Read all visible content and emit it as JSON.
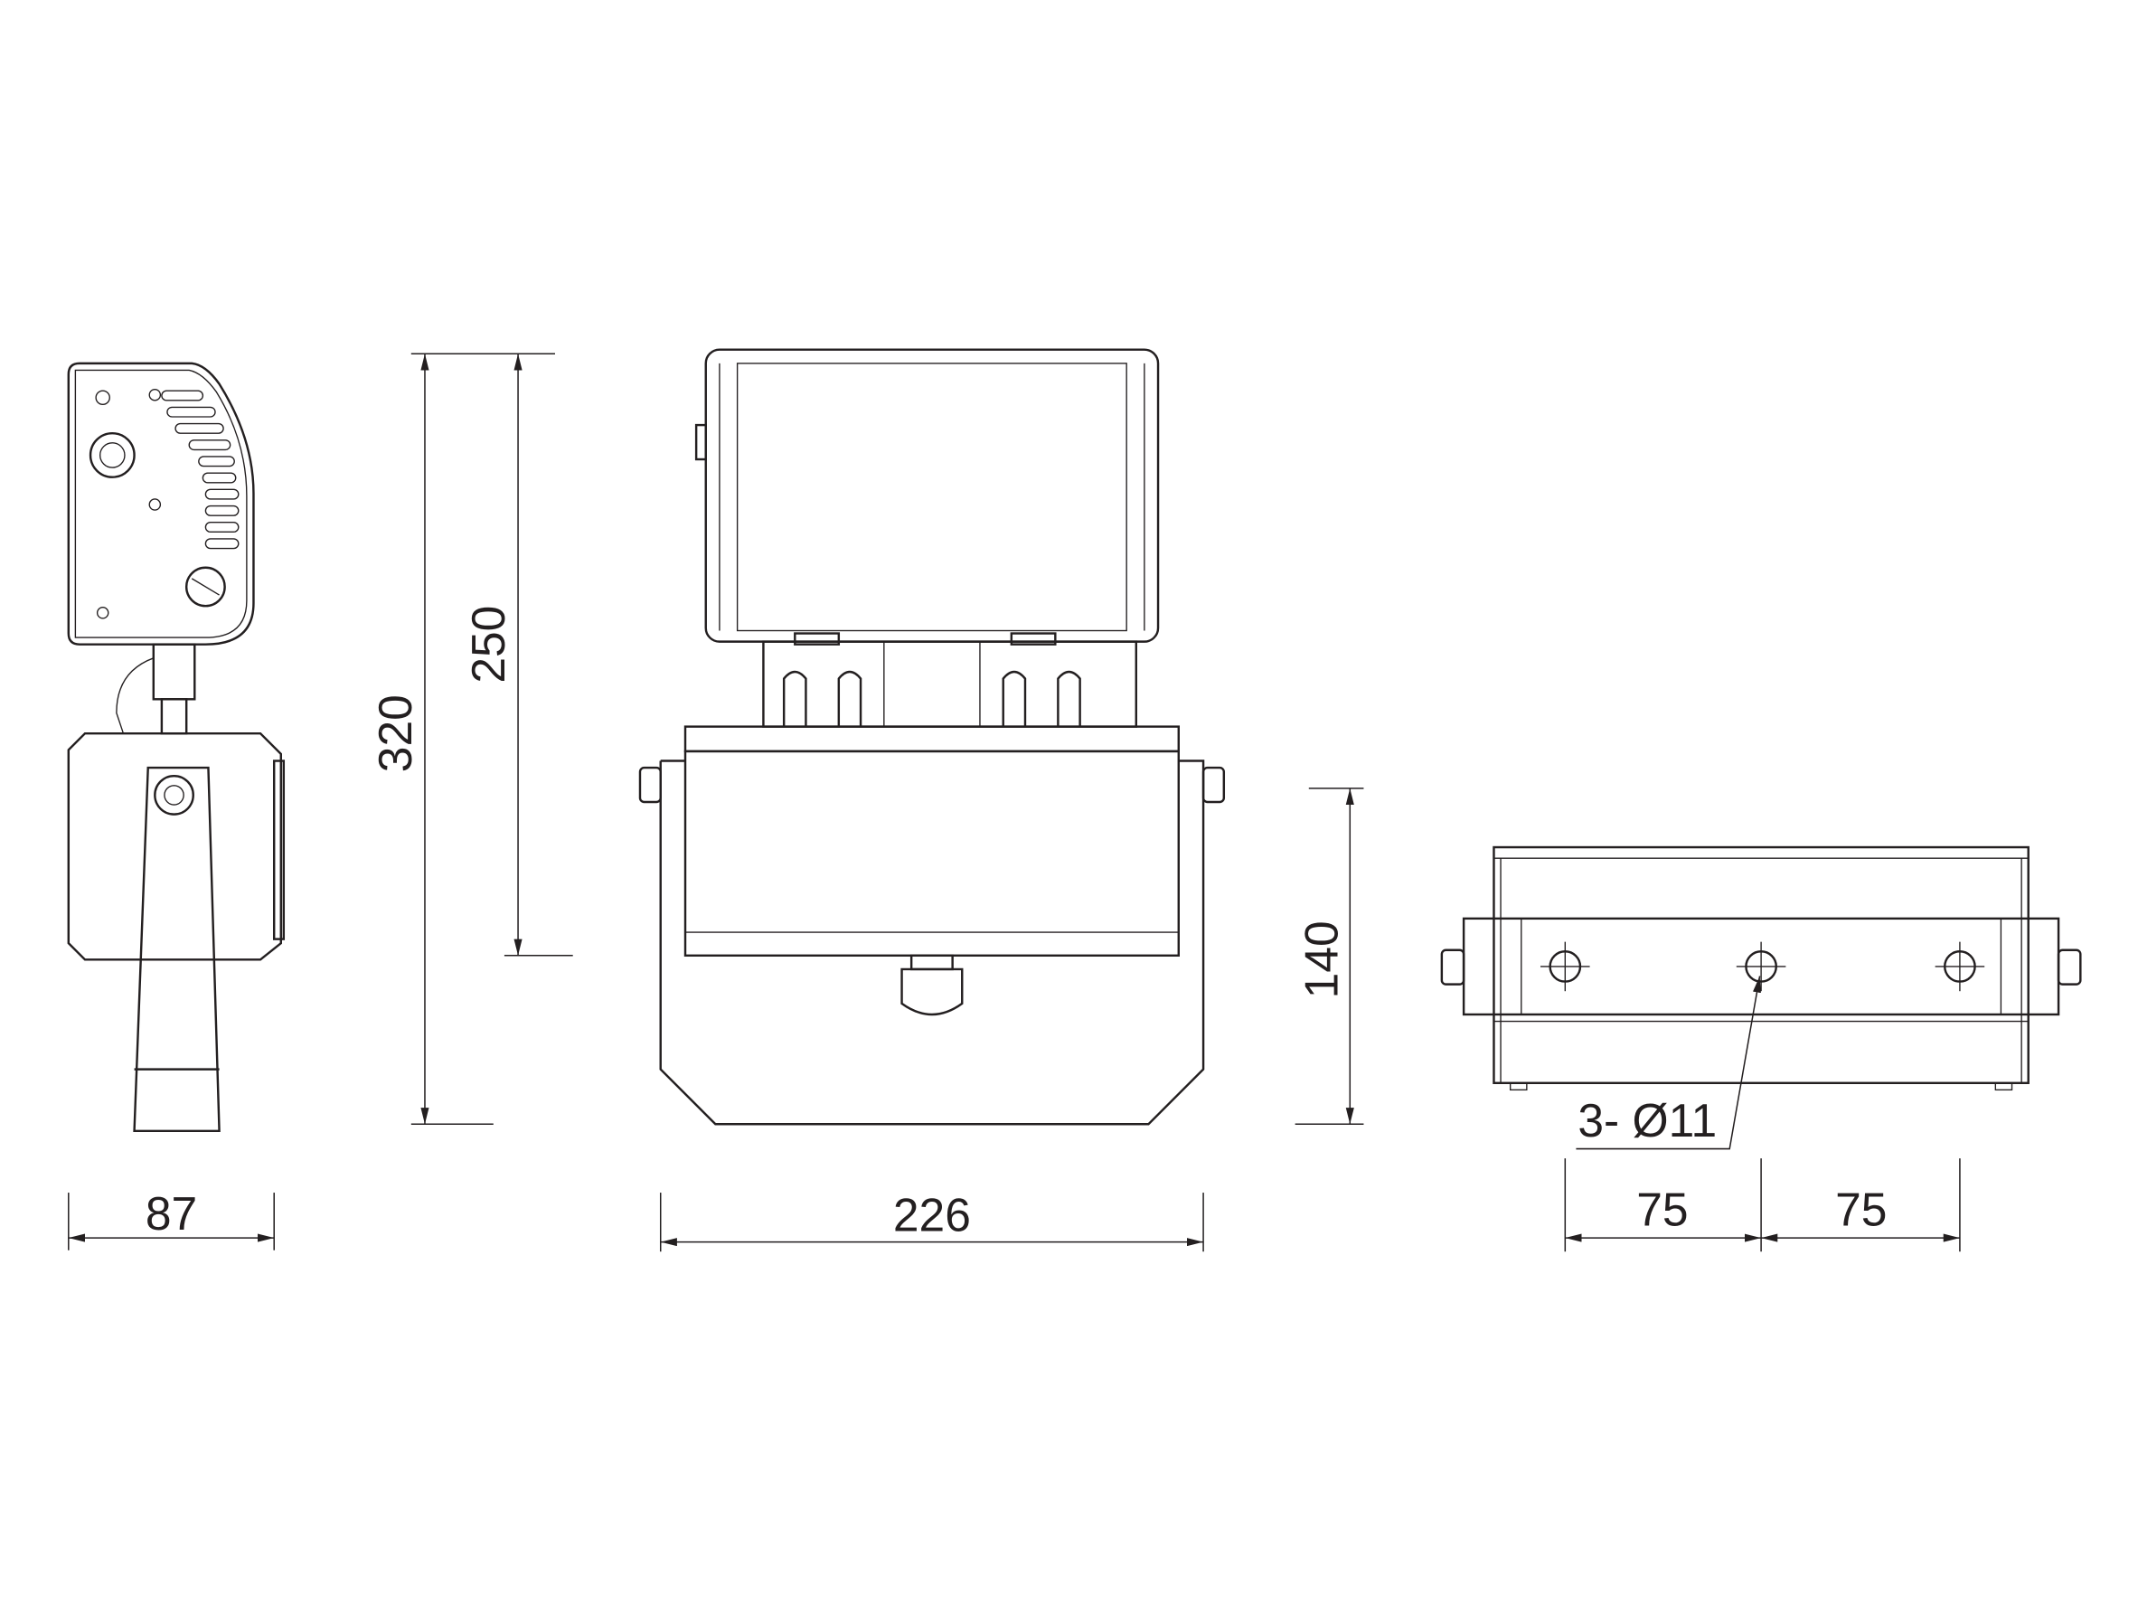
{
  "drawing": {
    "dimensions": {
      "side_width": "87",
      "total_height": "320",
      "housing_height": "250",
      "front_width": "226",
      "base_height": "140",
      "hole_spec": "3- Ø11",
      "hole_spacing_left": "75",
      "hole_spacing_right": "75"
    }
  }
}
